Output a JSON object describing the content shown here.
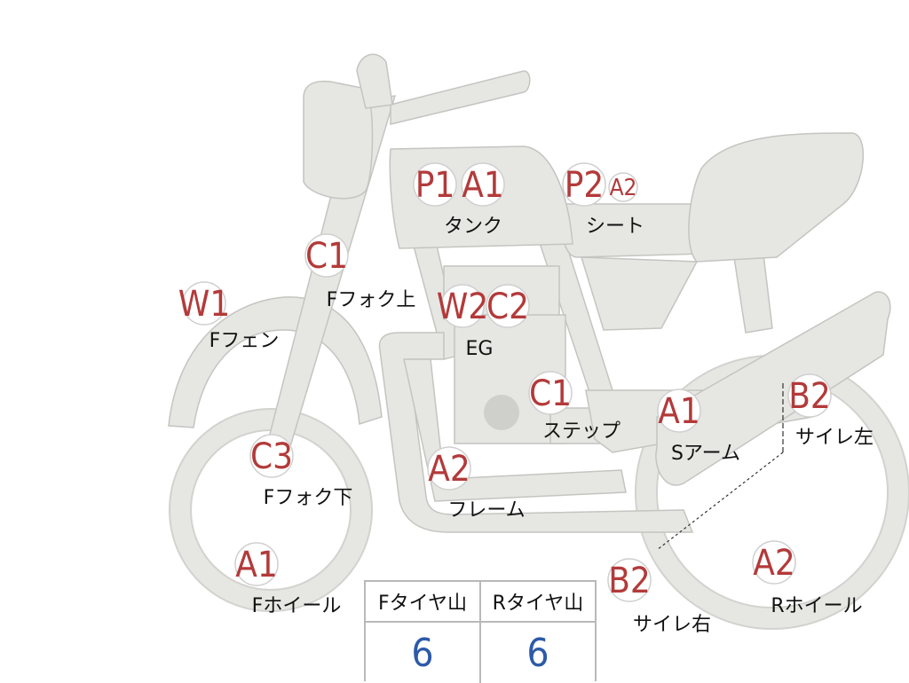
{
  "colors": {
    "code": "#b33a3a",
    "value": "#2d5aa8",
    "part": "#e6e6e3",
    "outline": "#c4c4c0"
  },
  "markers": [
    {
      "id": "tank",
      "codes": [
        "P1",
        "A1"
      ],
      "label": "タンク"
    },
    {
      "id": "seat",
      "codes": [
        "P2",
        "A2"
      ],
      "label": "シート"
    },
    {
      "id": "front-fork-upper",
      "codes": [
        "C1"
      ],
      "label": "Fフォク上"
    },
    {
      "id": "front-fender",
      "codes": [
        "W1"
      ],
      "label": "Fフェン"
    },
    {
      "id": "engine",
      "codes": [
        "W2",
        "C2"
      ],
      "label": "EG"
    },
    {
      "id": "step",
      "codes": [
        "C1"
      ],
      "label": "ステップ"
    },
    {
      "id": "swing-arm",
      "codes": [
        "A1"
      ],
      "label": "Sアーム"
    },
    {
      "id": "muffler-left",
      "codes": [
        "B2"
      ],
      "label": "サイレ左"
    },
    {
      "id": "front-fork-lower",
      "codes": [
        "C3"
      ],
      "label": "Fフォク下"
    },
    {
      "id": "frame",
      "codes": [
        "A2"
      ],
      "label": "フレーム"
    },
    {
      "id": "front-wheel",
      "codes": [
        "A1"
      ],
      "label": "Fホイール"
    },
    {
      "id": "muffler-right",
      "codes": [
        "B2"
      ],
      "label": "サイレ右"
    },
    {
      "id": "rear-wheel",
      "codes": [
        "A2"
      ],
      "label": "Rホイール"
    }
  ],
  "tire_table": {
    "headers": [
      "Fタイヤ山",
      "Rタイヤ山"
    ],
    "values": [
      "6",
      "6"
    ]
  }
}
